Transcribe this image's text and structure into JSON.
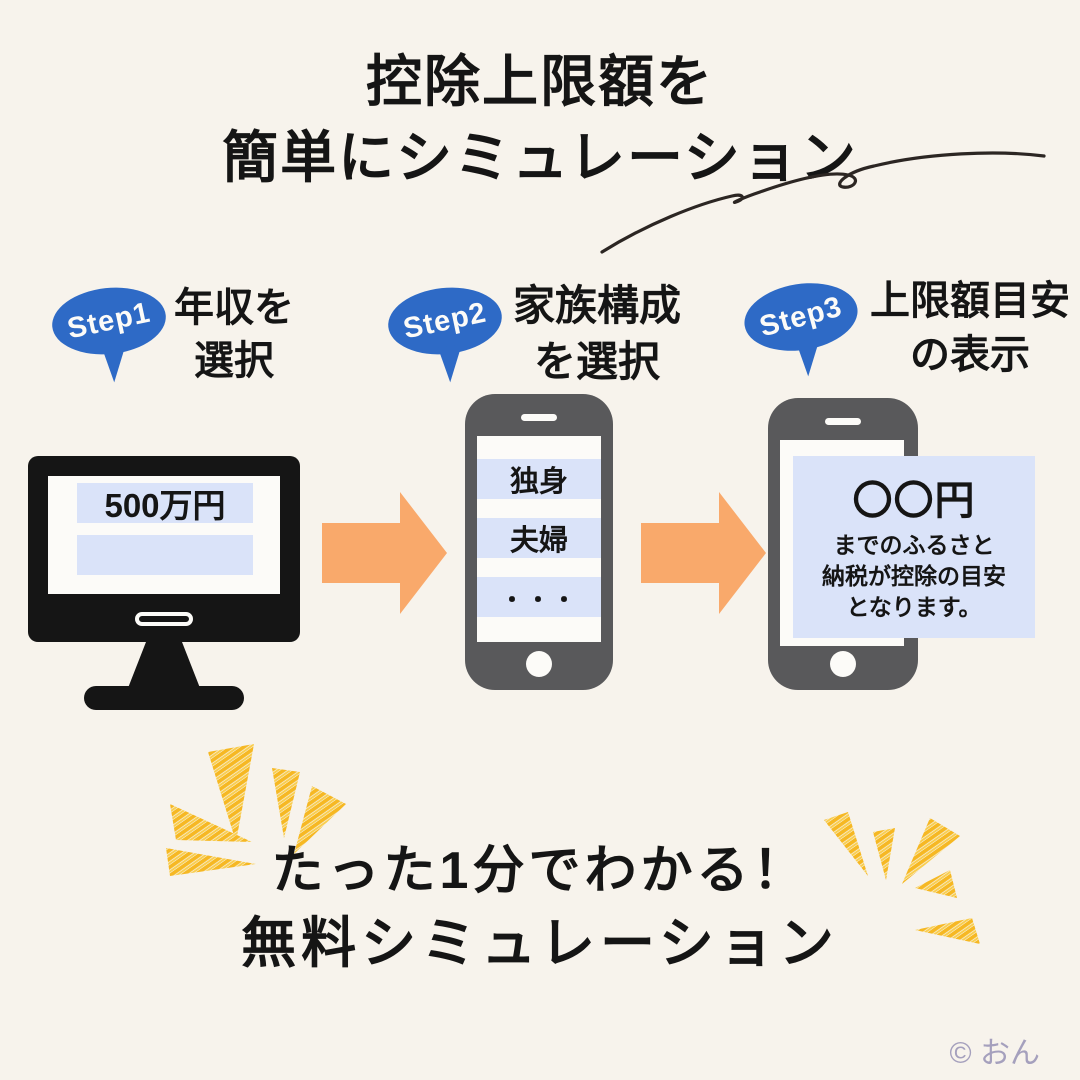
{
  "title": {
    "line1": "控除上限額を",
    "line2": "簡単にシミュレーション"
  },
  "steps": [
    {
      "badge": "Step1",
      "line1": "年収を",
      "line2": "選択"
    },
    {
      "badge": "Step2",
      "line1": "家族構成",
      "line2": "を選択"
    },
    {
      "badge": "Step3",
      "line1": "上限額目安",
      "line2": "の表示"
    }
  ],
  "monitor": {
    "selected_income": "500万円"
  },
  "family_phone": {
    "options": [
      "独身",
      "夫婦",
      "・・・"
    ]
  },
  "result_phone": {
    "amount": "〇〇円",
    "desc_line1": "までのふるさと",
    "desc_line2": "納税が控除の目安",
    "desc_line3": "となります。"
  },
  "footer": {
    "line1": "たった1分でわかる！",
    "line2": "無料シミュレーション"
  },
  "credit": "© おん",
  "colors": {
    "background": "#F7F3EC",
    "step_badge_blue": "#2E6AC6",
    "highlight_blue": "#DAE3F9",
    "arrow_orange": "#F9A96B",
    "burst_yellow": "#F6B823",
    "device_gray": "#59595B",
    "device_black": "#151515",
    "credit_lavender": "#A5A0BD"
  }
}
